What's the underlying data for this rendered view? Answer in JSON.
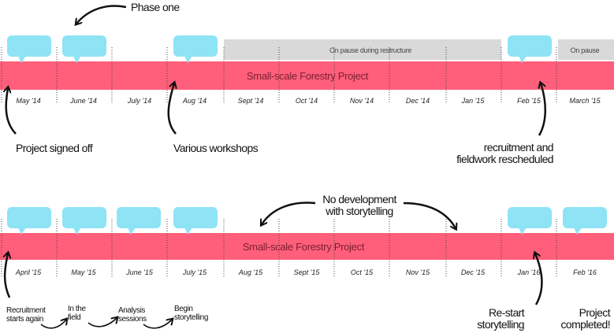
{
  "timeline_top": {
    "bar_label": "Small-scale Forestry Project",
    "phase_label": "Phase one",
    "months": [
      "May '14",
      "June '14",
      "July '14",
      "Aug '14",
      "Sept '14",
      "Oct '14",
      "Nov '14",
      "Dec '14",
      "Jan '15",
      "Feb '15",
      "March '15"
    ],
    "pause_long": "On pause during restructure",
    "pause_short": "On pause",
    "captions": {
      "signed_off": "Project signed off",
      "workshops": "Various workshops",
      "resched_line1": "recruitment and",
      "resched_line2": "fieldwork rescheduled"
    }
  },
  "timeline_bottom": {
    "bar_label": "Small-scale Forestry Project",
    "months": [
      "April '15",
      "May '15",
      "June '15",
      "July '15",
      "Aug '15",
      "Sept '15",
      "Oct '15",
      "Nov '15",
      "Dec '15",
      "Jan '16",
      "Feb '16"
    ],
    "no_dev_line1": "No development",
    "no_dev_line2": "with storytelling",
    "captions": {
      "recruit_line1": "Recruitment",
      "recruit_line2": "starts again",
      "field_line1": "In the",
      "field_line2": "field",
      "analysis_line1": "Analysis",
      "analysis_line2": "sessions",
      "begin_line1": "Begin",
      "begin_line2": "storytelling",
      "restart_line1": "Re-start",
      "restart_line2": "storytelling",
      "completed_line1": "Project",
      "completed_line2": "completed!"
    }
  },
  "colors": {
    "bar": "#ff5f7a",
    "callout": "#8ee3f5",
    "pause": "#d9d9d9",
    "arrow": "#111111"
  }
}
